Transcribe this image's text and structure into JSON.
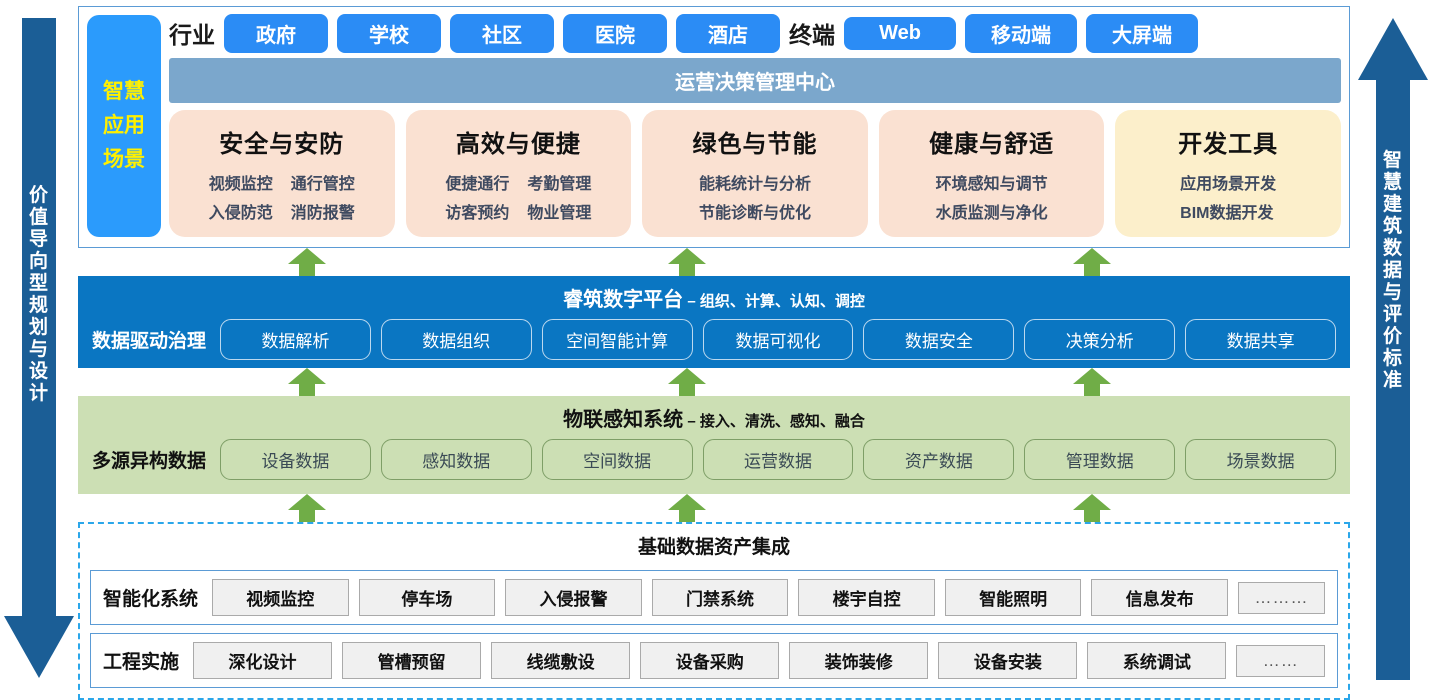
{
  "left_arrow": {
    "name": "value-oriented-planning-design",
    "text": "价值导向型规划与设计",
    "direction": "down",
    "color": "#1B5E96"
  },
  "right_arrow": {
    "name": "smart-building-data-standard",
    "text": "智慧建筑数据与评价标准",
    "direction": "up",
    "color": "#1B5E96"
  },
  "app_section": {
    "side_label": "智慧应用场景",
    "industry_label": "行业",
    "industry_tags": [
      "政府",
      "学校",
      "社区",
      "医院",
      "酒店"
    ],
    "terminal_label": "终端",
    "terminal_tags": [
      "Web",
      "移动端",
      "大屏端"
    ],
    "center_bar": "运营决策管理中心",
    "cards": [
      {
        "title": "安全与安防",
        "col1": [
          "视频监控",
          "入侵防范"
        ],
        "col2": [
          "通行管控",
          "消防报警"
        ],
        "color": "#FAE1D2"
      },
      {
        "title": "高效与便捷",
        "col1": [
          "便捷通行",
          "访客预约"
        ],
        "col2": [
          "考勤管理",
          "物业管理"
        ],
        "color": "#FAE1D2"
      },
      {
        "title": "绿色与节能",
        "col1": [
          "能耗统计与分析",
          "节能诊断与优化"
        ],
        "col2": [],
        "color": "#FAE1D2"
      },
      {
        "title": "健康与舒适",
        "col1": [
          "环境感知与调节",
          "水质监测与净化"
        ],
        "col2": [],
        "color": "#FAE1D2"
      },
      {
        "title": "开发工具",
        "col1": [
          "应用场景开发",
          "BIM数据开发"
        ],
        "col2": [],
        "color": "#FCEFCB"
      }
    ]
  },
  "platform_band": {
    "title_main": "睿筑数字平台",
    "title_sub": " – 组织、计算、认知、调控",
    "row_label": "数据驱动治理",
    "chips": [
      "数据解析",
      "数据组织",
      "空间智能计算",
      "数据可视化",
      "数据安全",
      "决策分析",
      "数据共享"
    ],
    "color": "#0A76C2"
  },
  "iot_band": {
    "title_main": "物联感知系统",
    "title_sub": " – 接入、清洗、感知、融合",
    "row_label": "多源异构数据",
    "chips": [
      "设备数据",
      "感知数据",
      "空间数据",
      "运营数据",
      "资产数据",
      "管理数据",
      "场景数据"
    ],
    "color": "#CCDFB4"
  },
  "base_section": {
    "title": "基础数据资产集成",
    "rows": [
      {
        "label": "智能化系统",
        "items": [
          "视频监控",
          "停车场",
          "入侵报警",
          "门禁系统",
          "楼宇自控",
          "智能照明",
          "信息发布"
        ],
        "dots": "………"
      },
      {
        "label": "工程实施",
        "items": [
          "深化设计",
          "管槽预留",
          "线缆敷设",
          "设备采购",
          "装饰装修",
          "设备安装",
          "系统调试"
        ],
        "dots": "……"
      }
    ],
    "border_color": "#2BA7EA"
  },
  "connector_arrows": {
    "color": "#70AD47",
    "count_per_row": 3,
    "rows": 3
  }
}
